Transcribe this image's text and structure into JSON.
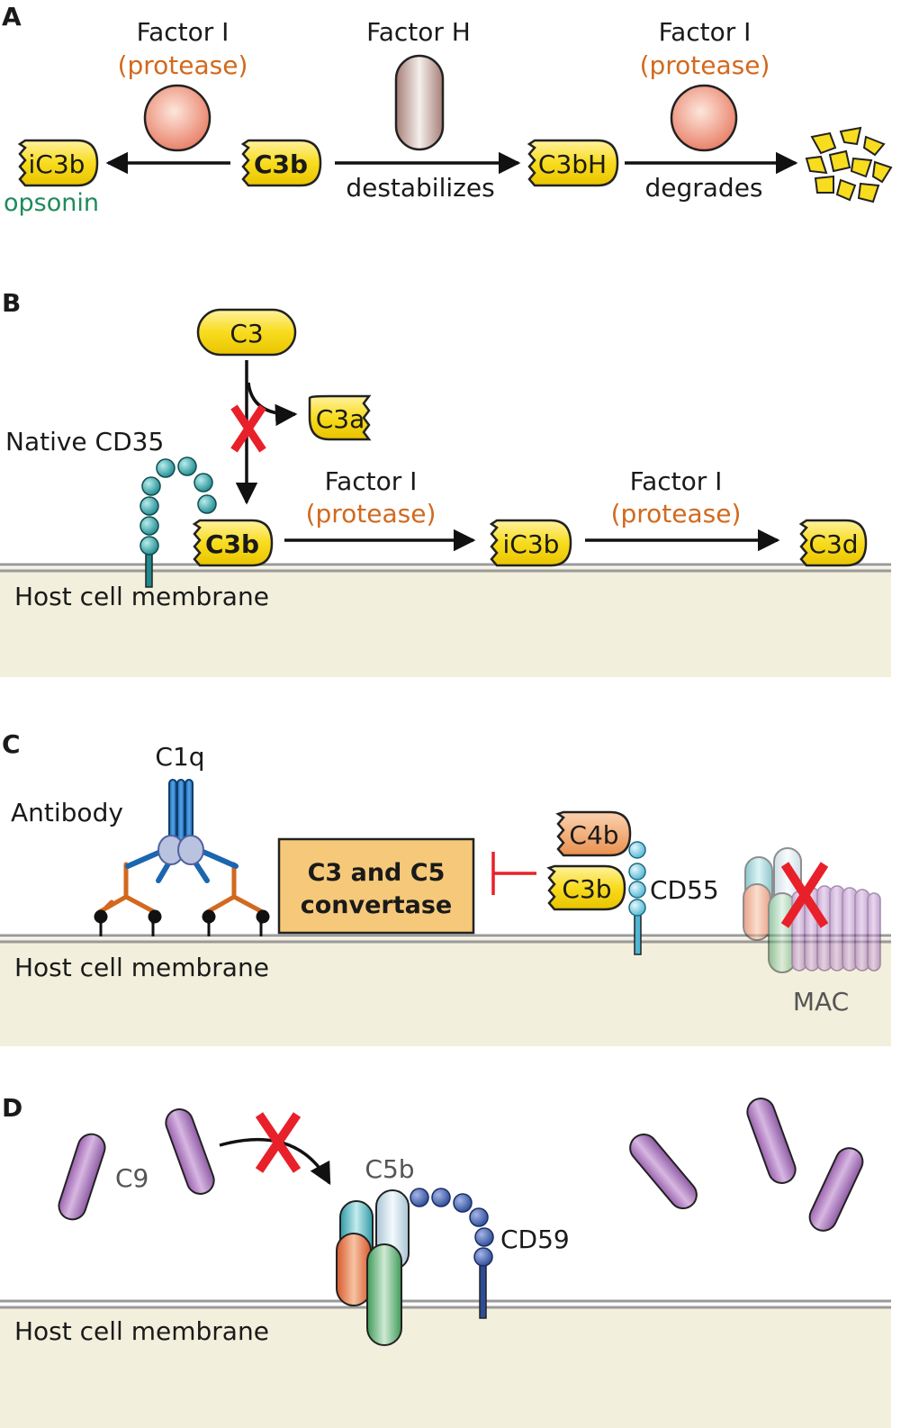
{
  "colors": {
    "membrane": "#f2efdc",
    "membrane_line": "#9a9a9a",
    "c3_yellow": "#f8dc1e",
    "protease_text": "#d2691e",
    "opsonin_text": "#1e8a5a",
    "inhibit_red": "#e8202a",
    "convertase_fill": "#f6c97a"
  },
  "panelA": {
    "letter": "A",
    "factor_i_left": "Factor I",
    "protease_left": "(protease)",
    "factor_h": "Factor H",
    "factor_i_right": "Factor I",
    "protease_right": "(protease)",
    "ic3b": "iC3b",
    "opsonin": "opsonin",
    "c3b": "C3b",
    "c3bh": "C3bH",
    "destabilizes": "destabilizes",
    "degrades": "degrades",
    "icons": [
      "protease-sphere-icon",
      "factor-h-capsule-icon",
      "fragments-icon"
    ]
  },
  "panelB": {
    "letter": "B",
    "c3": "C3",
    "c3a": "C3a",
    "native_cd35": "Native CD35",
    "c3b": "C3b",
    "factor_i_1": "Factor I",
    "protease_1": "(protease)",
    "ic3b": "iC3b",
    "factor_i_2": "Factor I",
    "protease_2": "(protease)",
    "c3d": "C3d",
    "membrane": "Host cell membrane"
  },
  "panelC": {
    "letter": "C",
    "c1q": "C1q",
    "antibody": "Antibody",
    "convertase_line1": "C3 and C5",
    "convertase_line2": "convertase",
    "c4b": "C4b",
    "c3b": "C3b",
    "cd55": "CD55",
    "mac": "MAC",
    "membrane": "Host cell membrane"
  },
  "panelD": {
    "letter": "D",
    "c9": "C9",
    "c5b": "C5b",
    "cd59": "CD59",
    "membrane": "Host cell membrane"
  }
}
